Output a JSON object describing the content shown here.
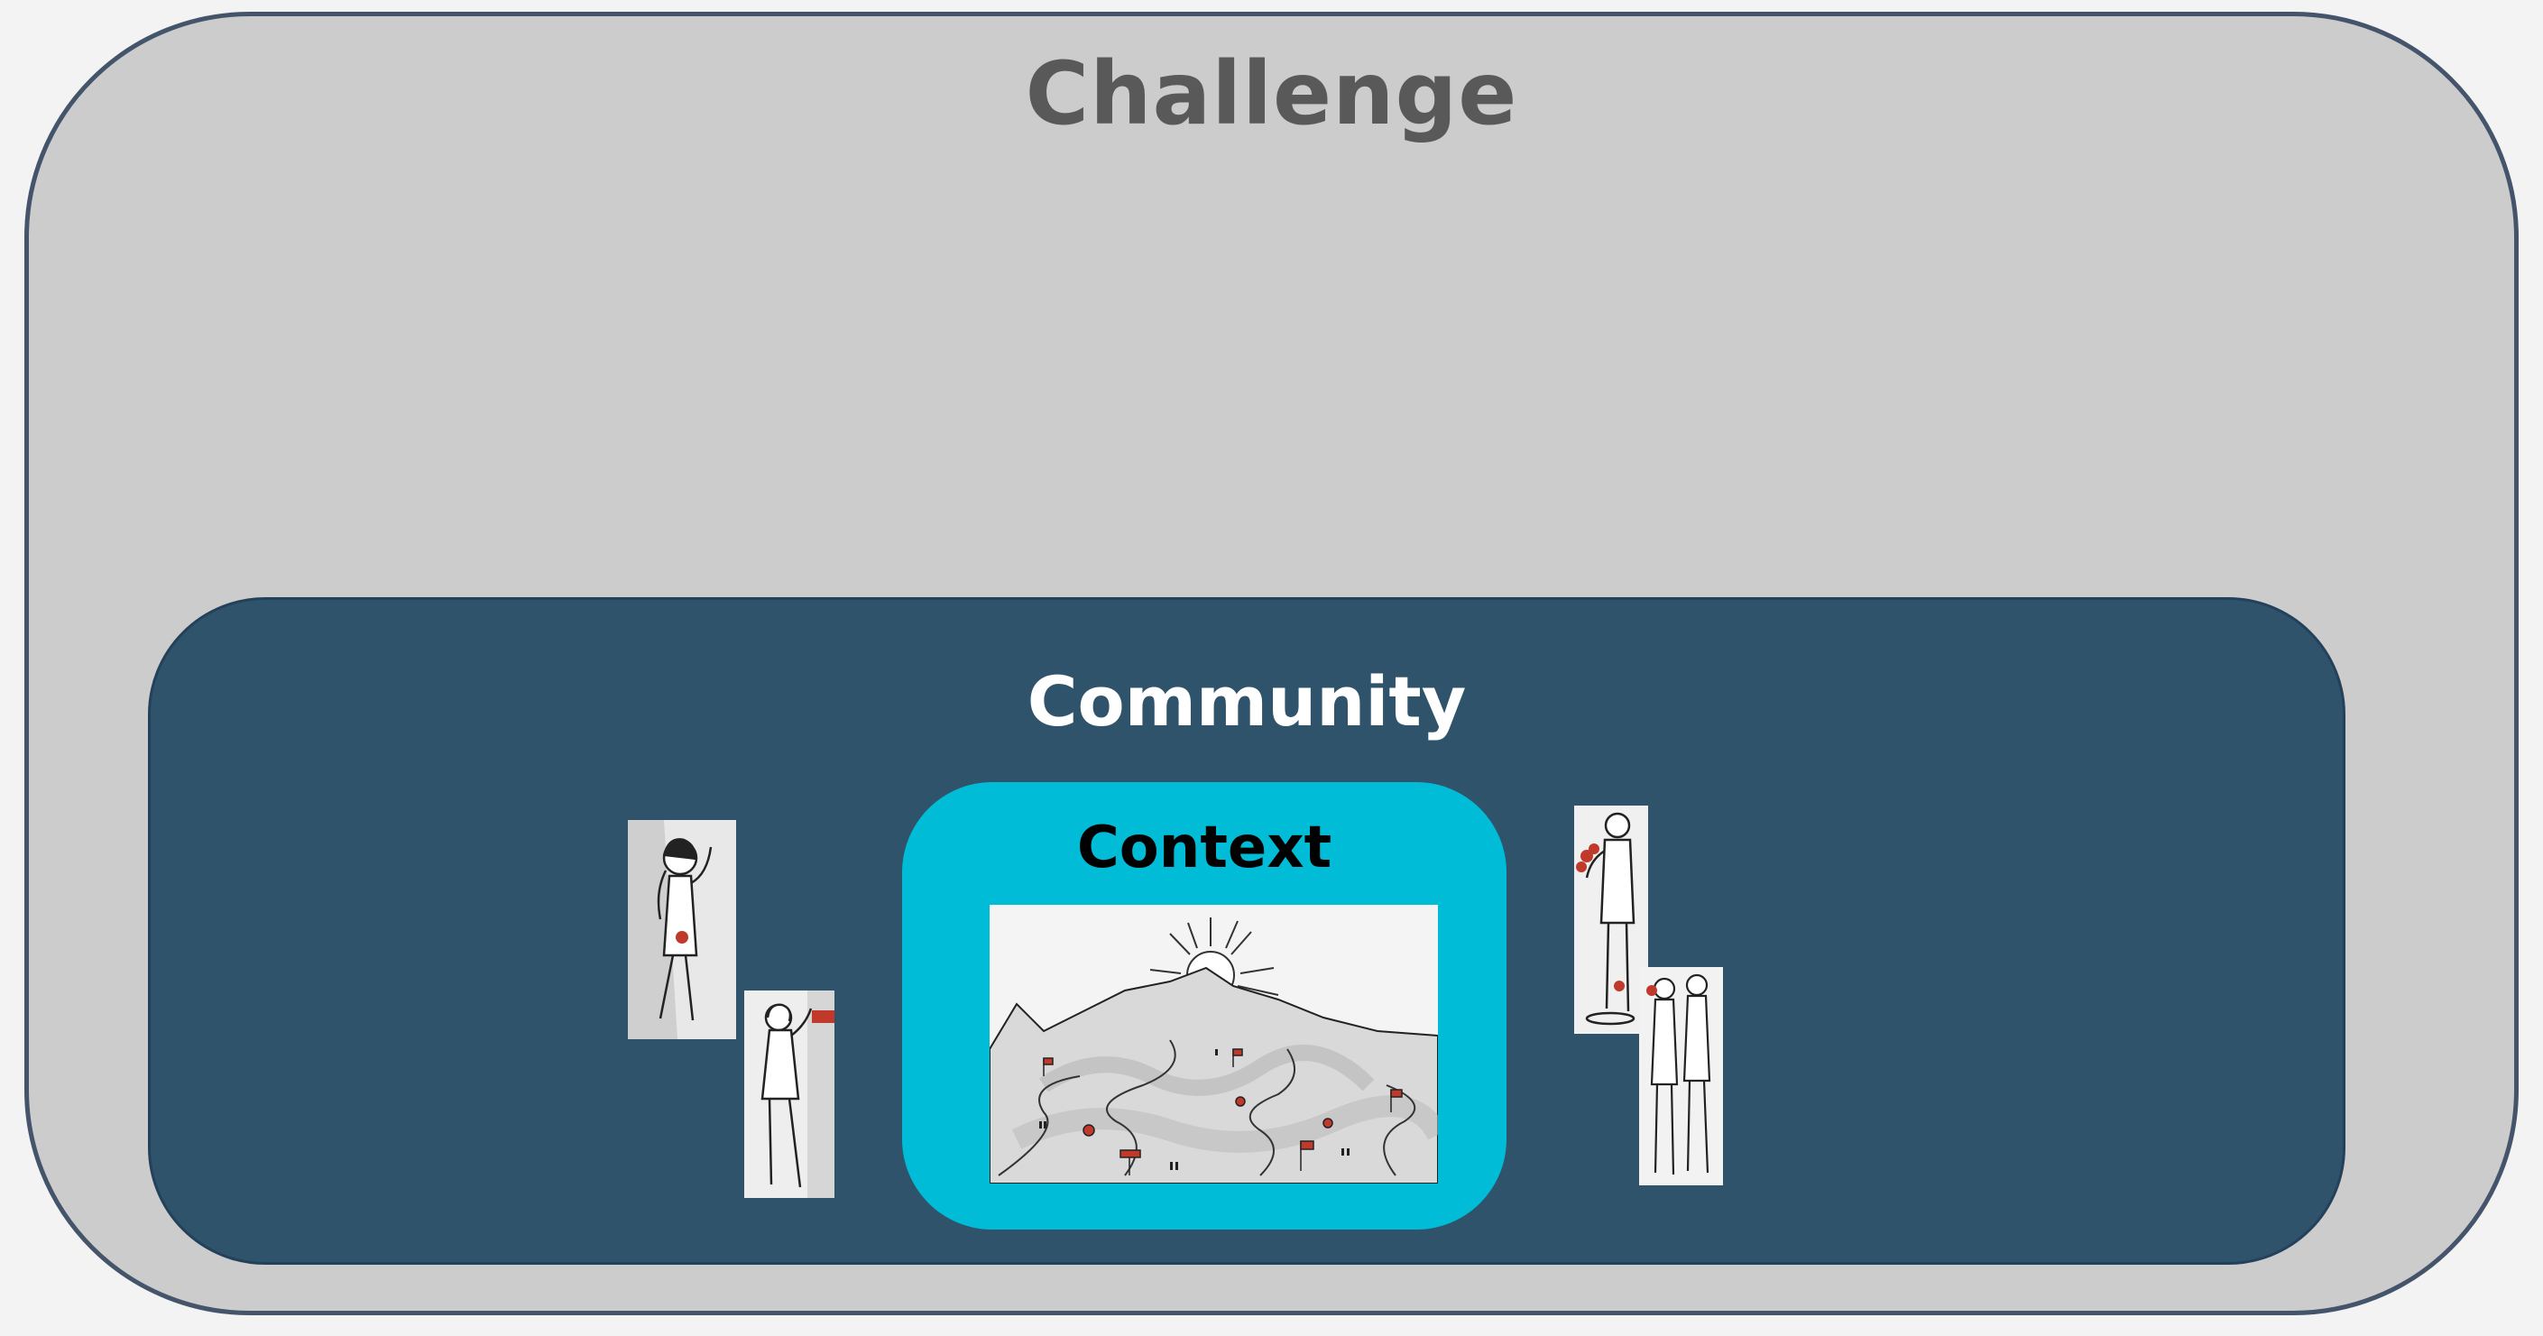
{
  "challenge": {
    "title": "Challenge"
  },
  "community": {
    "title": "Community"
  },
  "context": {
    "title": "Context"
  },
  "pictures": [
    {
      "name": "woman-waving-illustration"
    },
    {
      "name": "woman-at-board-illustration"
    },
    {
      "name": "mountain-landscape-illustration"
    },
    {
      "name": "man-holding-flowers-illustration"
    },
    {
      "name": "two-women-standing-illustration"
    }
  ],
  "colors": {
    "challenge_fill": "#cccccc",
    "challenge_border": "#44546a",
    "community_fill": "#2f536b",
    "context_fill": "#00bcd6",
    "accent_red": "#c0392b"
  }
}
